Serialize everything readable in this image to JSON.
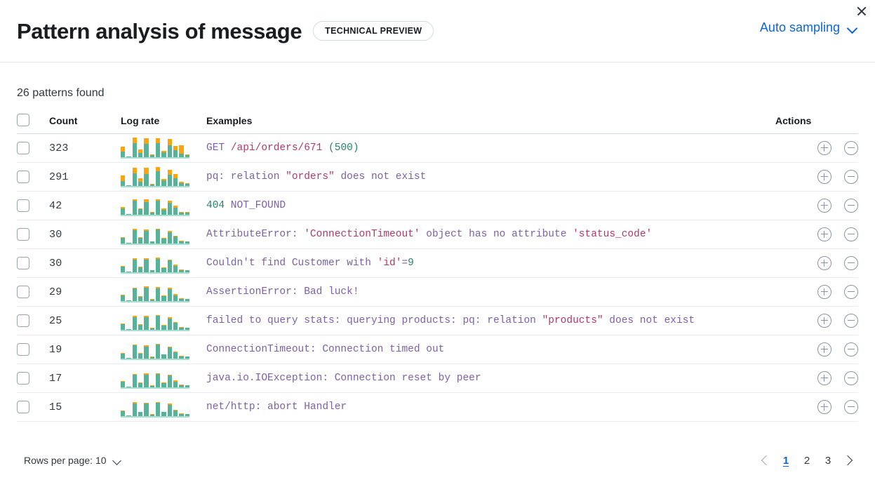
{
  "header": {
    "title": "Pattern analysis of message",
    "badge": "TECHNICAL PREVIEW",
    "sampling_label": "Auto sampling",
    "sampling_chevron_icon": "chevron-down-icon",
    "close_icon": "close-icon"
  },
  "summary": {
    "found_label": "26 patterns found",
    "pattern_count": 26
  },
  "table": {
    "columns": {
      "select": "",
      "count": "Count",
      "log_rate": "Log rate",
      "examples": "Examples",
      "actions": "Actions"
    },
    "action_icons": {
      "add": "plus-in-circle-icon",
      "remove": "minus-in-circle-icon"
    },
    "rows": [
      {
        "count": "323",
        "example_tokens": [
          {
            "t": "GET ",
            "c": "kw"
          },
          {
            "t": "/api/orders/671",
            "c": "str"
          },
          {
            "t": " ",
            "c": "kw"
          },
          {
            "t": "(500)",
            "c": "num"
          }
        ],
        "spark": [
          [
            30,
            22
          ],
          [
            3,
            0
          ],
          [
            72,
            28
          ],
          [
            22,
            16
          ],
          [
            68,
            30
          ],
          [
            12,
            4
          ],
          [
            70,
            26
          ],
          [
            26,
            6
          ],
          [
            62,
            30
          ],
          [
            34,
            22
          ],
          [
            18,
            44
          ],
          [
            10,
            4
          ]
        ]
      },
      {
        "count": "291",
        "example_tokens": [
          {
            "t": "pq: relation ",
            "c": "kw"
          },
          {
            "t": "\"orders\"",
            "c": "str"
          },
          {
            "t": " does not exist",
            "c": "kw"
          }
        ],
        "spark": [
          [
            26,
            28
          ],
          [
            4,
            0
          ],
          [
            66,
            26
          ],
          [
            20,
            18
          ],
          [
            62,
            32
          ],
          [
            8,
            4
          ],
          [
            74,
            24
          ],
          [
            28,
            8
          ],
          [
            58,
            26
          ],
          [
            40,
            20
          ],
          [
            14,
            6
          ],
          [
            12,
            4
          ]
        ]
      },
      {
        "count": "42",
        "example_tokens": [
          {
            "t": "404",
            "c": "num"
          },
          {
            "t": " NOT_FOUND",
            "c": "kw"
          }
        ],
        "spark": [
          [
            32,
            6
          ],
          [
            4,
            0
          ],
          [
            70,
            10
          ],
          [
            30,
            4
          ],
          [
            66,
            12
          ],
          [
            10,
            3
          ],
          [
            72,
            8
          ],
          [
            26,
            5
          ],
          [
            60,
            10
          ],
          [
            36,
            12
          ],
          [
            12,
            4
          ],
          [
            10,
            3
          ]
        ]
      },
      {
        "count": "30",
        "example_tokens": [
          {
            "t": "AttributeError: ",
            "c": "kw"
          },
          {
            "t": "'ConnectionTimeout'",
            "c": "str"
          },
          {
            "t": " object has no attribute ",
            "c": "kw"
          },
          {
            "t": "'status_code'",
            "c": "str"
          }
        ],
        "spark": [
          [
            30,
            4
          ],
          [
            4,
            0
          ],
          [
            68,
            6
          ],
          [
            28,
            4
          ],
          [
            64,
            6
          ],
          [
            10,
            2
          ],
          [
            70,
            5
          ],
          [
            24,
            4
          ],
          [
            58,
            6
          ],
          [
            34,
            6
          ],
          [
            12,
            3
          ],
          [
            10,
            2
          ]
        ]
      },
      {
        "count": "30",
        "example_tokens": [
          {
            "t": "Couldn't find Customer with ",
            "c": "kw"
          },
          {
            "t": "'id'",
            "c": "str"
          },
          {
            "t": "=",
            "c": "kw"
          },
          {
            "t": "9",
            "c": "num"
          }
        ],
        "spark": [
          [
            28,
            4
          ],
          [
            4,
            0
          ],
          [
            66,
            6
          ],
          [
            26,
            4
          ],
          [
            66,
            5
          ],
          [
            10,
            2
          ],
          [
            68,
            6
          ],
          [
            22,
            3
          ],
          [
            60,
            5
          ],
          [
            32,
            6
          ],
          [
            12,
            3
          ],
          [
            10,
            2
          ]
        ]
      },
      {
        "count": "29",
        "example_tokens": [
          {
            "t": "AssertionError: Bad luck!",
            "c": "kw"
          }
        ],
        "spark": [
          [
            30,
            4
          ],
          [
            4,
            0
          ],
          [
            64,
            5
          ],
          [
            22,
            4
          ],
          [
            68,
            6
          ],
          [
            8,
            2
          ],
          [
            66,
            5
          ],
          [
            24,
            3
          ],
          [
            62,
            6
          ],
          [
            30,
            5
          ],
          [
            12,
            3
          ],
          [
            10,
            2
          ]
        ]
      },
      {
        "count": "25",
        "example_tokens": [
          {
            "t": "failed to query stats: querying products: pq: relation ",
            "c": "kw"
          },
          {
            "t": "\"products\"",
            "c": "str"
          },
          {
            "t": " does not exist",
            "c": "kw"
          }
        ],
        "spark": [
          [
            28,
            4
          ],
          [
            4,
            0
          ],
          [
            66,
            5
          ],
          [
            24,
            4
          ],
          [
            64,
            6
          ],
          [
            8,
            2
          ],
          [
            70,
            5
          ],
          [
            22,
            3
          ],
          [
            58,
            6
          ],
          [
            34,
            5
          ],
          [
            12,
            3
          ],
          [
            10,
            2
          ]
        ]
      },
      {
        "count": "19",
        "example_tokens": [
          {
            "t": "ConnectionTimeout: Connection timed out",
            "c": "kw"
          }
        ],
        "spark": [
          [
            26,
            4
          ],
          [
            4,
            0
          ],
          [
            68,
            5
          ],
          [
            24,
            3
          ],
          [
            62,
            6
          ],
          [
            8,
            2
          ],
          [
            70,
            5
          ],
          [
            20,
            3
          ],
          [
            56,
            5
          ],
          [
            32,
            5
          ],
          [
            12,
            3
          ],
          [
            10,
            2
          ]
        ]
      },
      {
        "count": "17",
        "example_tokens": [
          {
            "t": "java.io.IOException: Connection reset by peer",
            "c": "kw"
          }
        ],
        "spark": [
          [
            28,
            4
          ],
          [
            4,
            0
          ],
          [
            64,
            5
          ],
          [
            22,
            3
          ],
          [
            66,
            5
          ],
          [
            8,
            2
          ],
          [
            68,
            4
          ],
          [
            22,
            3
          ],
          [
            60,
            5
          ],
          [
            30,
            5
          ],
          [
            12,
            3
          ],
          [
            10,
            2
          ]
        ]
      },
      {
        "count": "15",
        "example_tokens": [
          {
            "t": "net/http: abort Handler",
            "c": "kw"
          }
        ],
        "spark": [
          [
            26,
            4
          ],
          [
            4,
            0
          ],
          [
            66,
            5
          ],
          [
            20,
            3
          ],
          [
            64,
            5
          ],
          [
            8,
            2
          ],
          [
            68,
            4
          ],
          [
            20,
            3
          ],
          [
            58,
            5
          ],
          [
            30,
            4
          ],
          [
            12,
            3
          ],
          [
            10,
            2
          ]
        ]
      }
    ]
  },
  "footer": {
    "rows_per_page_label": "Rows per page: 10",
    "rows_per_page_value": 10,
    "rows_per_page_chevron_icon": "chevron-down-icon",
    "prev_icon": "chevron-left-icon",
    "next_icon": "chevron-right-icon",
    "pages": [
      "1",
      "2",
      "3"
    ],
    "active_page": "1"
  },
  "colors": {
    "accent_blue": "#0b64dd",
    "bar_base": "#54b399",
    "bar_top": "#f9a50b",
    "token_keyword": "#7b61a8",
    "token_string": "#b3376b",
    "token_number": "#27836a"
  }
}
